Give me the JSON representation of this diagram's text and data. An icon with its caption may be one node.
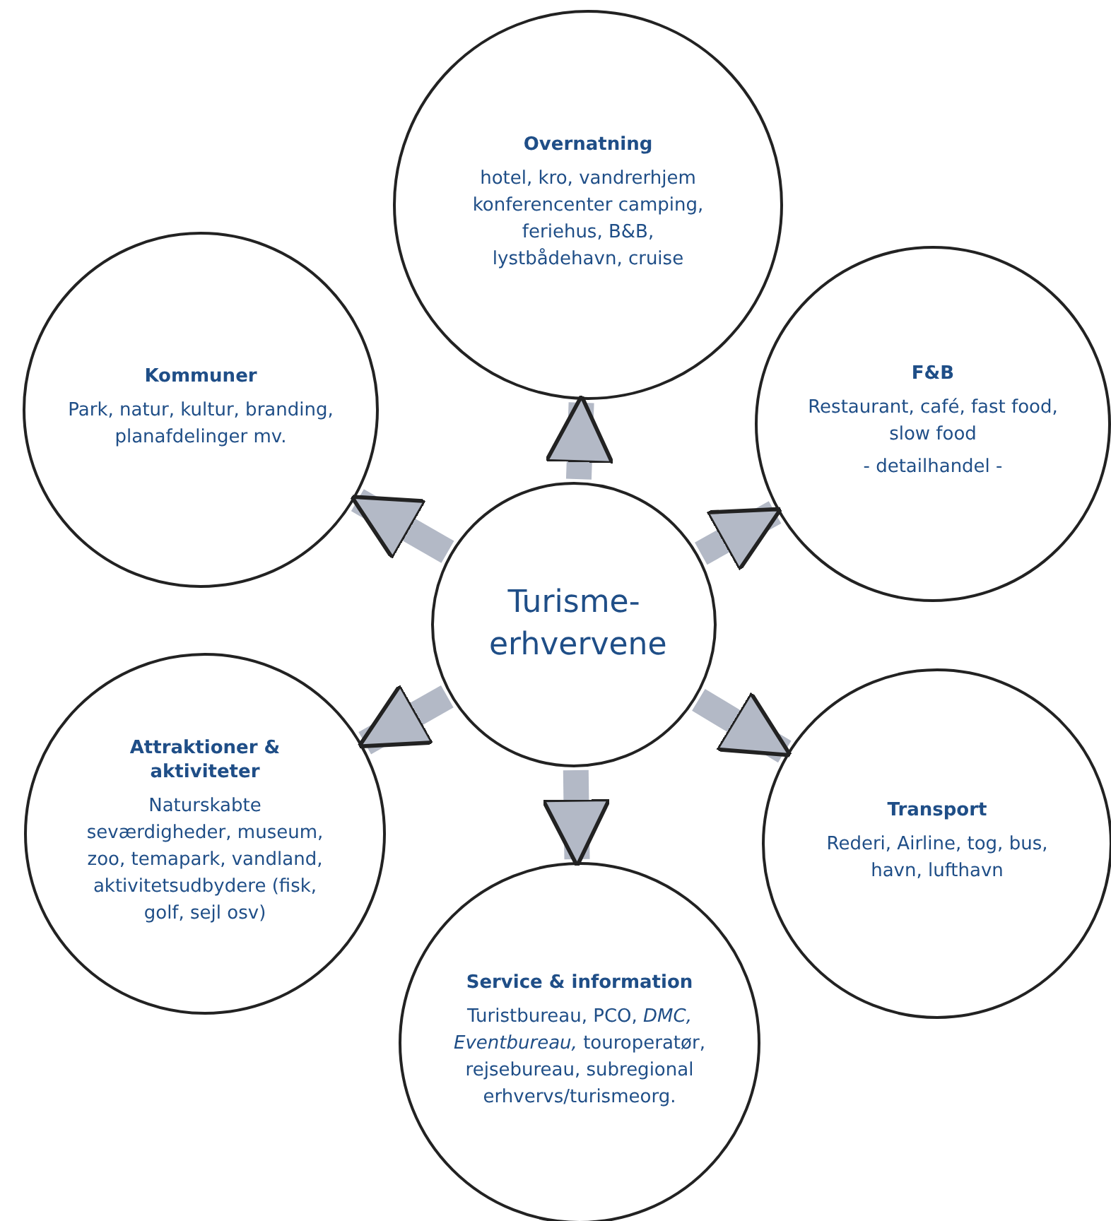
{
  "diagram": {
    "nodes": [
      {
        "text": [
          "Overnatning",
          "hotel, kro, vandrerhjem konferencenter camping, feriehus, B&B, lystbådehavn, cruise"
        ]
      },
      {
        "text": [
          "Kommuner",
          "Park, natur, kultur, branding, planafdelinger mv."
        ]
      },
      {
        "text": [
          "F&B",
          "Restaurant, café, fast food, slow food",
          "- detailhandel -"
        ]
      },
      {
        "text": [
          "Turisme- erhvervene"
        ]
      },
      {
        "text": [
          "Attraktioner & aktiviteter",
          "Naturskabte seværdigheder, museum, zoo, temapark, vandland, aktivitetsudbydere (fisk, golf, sejl osv)"
        ]
      },
      {
        "text": [
          "Transport",
          "Rederi, Airline, tog, bus, havn, lufthavn"
        ]
      },
      {
        "text": [
          "Service & information",
          "Turistbureau, PCO, *DMC, Eventbureau,* touroperatør, rejsebureau, subregional erhvervs/turismeorg."
        ]
      }
    ],
    "edges": [
      {
        "from": 3,
        "to": 0,
        "arrow": "to"
      },
      {
        "from": 3,
        "to": 1,
        "arrow": "to"
      },
      {
        "from": 3,
        "to": 2,
        "arrow": "to"
      },
      {
        "from": 3,
        "to": 4,
        "arrow": "to"
      },
      {
        "from": 3,
        "to": 5,
        "arrow": "to"
      },
      {
        "from": 3,
        "to": 6,
        "arrow": "to"
      }
    ]
  }
}
